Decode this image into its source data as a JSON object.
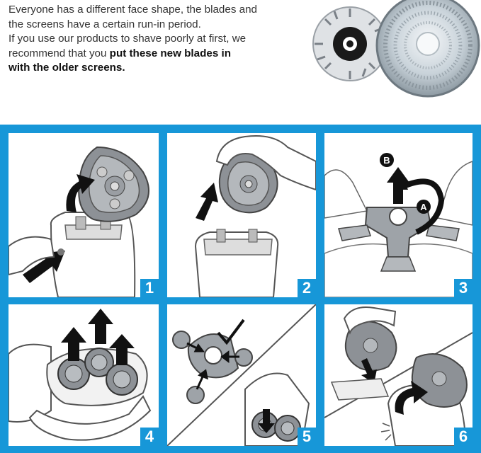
{
  "intro": {
    "line1": "Everyone has a different face shape, the blades and",
    "line2": "the screens have a certain run-in period.",
    "line3": "If you use our products to shave poorly at first, we",
    "line4_plain": "recommend that you ",
    "line4_bold": "put these new blades in",
    "line5_bold": "with the older screens."
  },
  "steps": [
    {
      "number": "1"
    },
    {
      "number": "2"
    },
    {
      "number": "3"
    },
    {
      "number": "4"
    },
    {
      "number": "5"
    },
    {
      "number": "6"
    }
  ],
  "markers": {
    "a": "A",
    "b": "B"
  },
  "colors": {
    "frame": "#1797d8",
    "arrow": "#111111",
    "outline": "#555555"
  }
}
